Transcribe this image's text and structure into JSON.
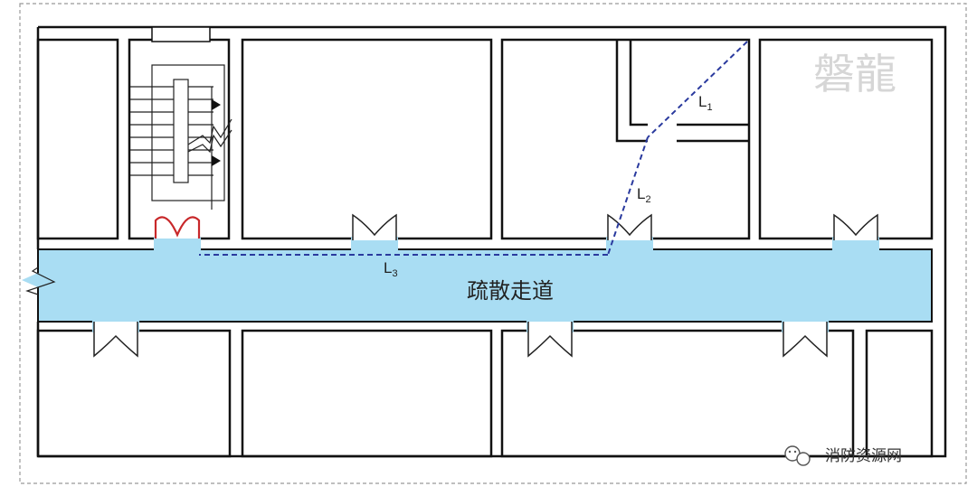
{
  "corridor": {
    "label": "疏散走道",
    "color": "#a9ddf3"
  },
  "paths": [
    {
      "name": "L",
      "sub": "1"
    },
    {
      "name": "L",
      "sub": "2"
    },
    {
      "name": "L",
      "sub": "3"
    }
  ],
  "colors": {
    "path": "#2a3a9e",
    "stair_door": "#c8282a",
    "wall": "#111111"
  },
  "watermark": {
    "text": "磐龍"
  },
  "footer": {
    "wechat_source": "消防资源网"
  },
  "icons": {
    "stair": "staircase-icon",
    "wechat": "wechat-icon"
  }
}
